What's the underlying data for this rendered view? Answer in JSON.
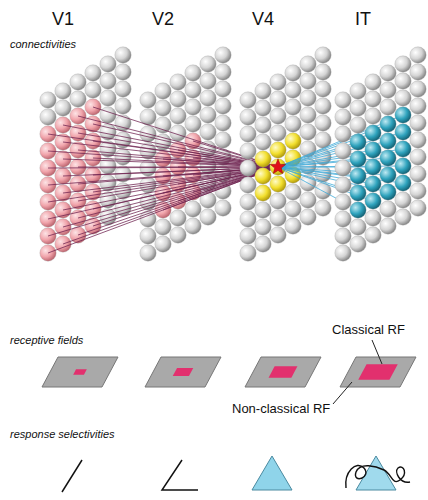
{
  "diagram": {
    "labels": [
      "V1",
      "V2",
      "V4",
      "IT",
      "connectivities",
      "receptive fields",
      "Classical RF",
      "Non-classical RF",
      "response selectivities"
    ]
  }
}
